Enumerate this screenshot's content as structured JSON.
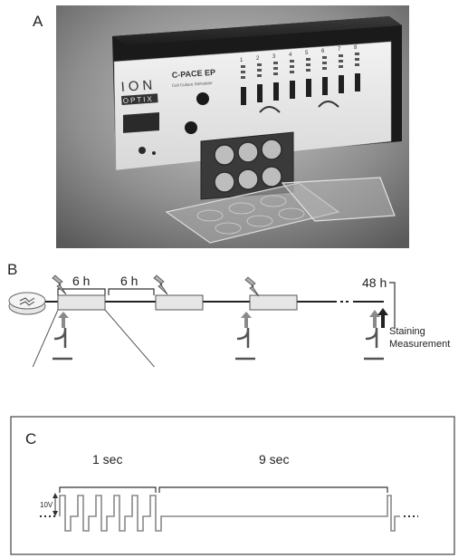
{
  "panel_a": {
    "letter": "A",
    "device": {
      "brand_line1": "ION",
      "brand_line2": "OPTIX",
      "model": "C-PACE EP",
      "subtitle": "Cell Culture Stimulator",
      "channel_numbers": [
        "1",
        "2",
        "3",
        "4",
        "5",
        "6",
        "7",
        "8"
      ]
    }
  },
  "panel_b": {
    "letter": "B",
    "interval1": "6 h",
    "interval2": "6 h",
    "end_time": "48 h",
    "staining": "Staining",
    "measurement": "Measurement"
  },
  "panel_c": {
    "letter": "C",
    "on_duration": "1 sec",
    "off_duration": "9 sec",
    "amplitude": "10V"
  },
  "colors": {
    "arrow_gray": "#8a8a8a",
    "arrow_dark": "#222222",
    "box_fill": "#e6e6e6",
    "line": "#555555"
  },
  "icons": [
    "petri-dish-icon",
    "lightning-icon",
    "microscope-icon",
    "arrow-up-icon"
  ]
}
